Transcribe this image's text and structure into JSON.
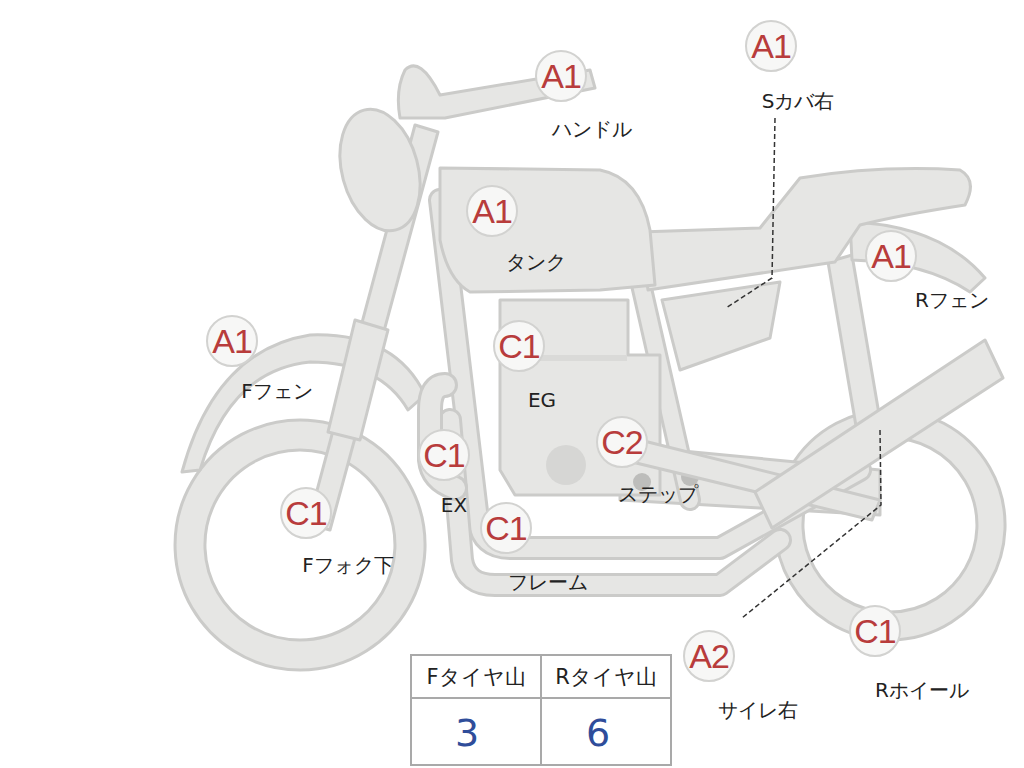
{
  "diagram": {
    "nodes": [
      {
        "text": [
          "A1",
          "Sカバ右"
        ]
      },
      {
        "text": [
          "A1",
          "ハンドル"
        ]
      },
      {
        "text": [
          "A1",
          "タンク"
        ]
      },
      {
        "text": [
          "A1",
          "Rフェン"
        ]
      },
      {
        "text": [
          "A1",
          "Fフェン"
        ]
      },
      {
        "text": [
          "C1",
          "EG"
        ]
      },
      {
        "text": [
          "C1",
          "EX"
        ]
      },
      {
        "text": [
          "C2",
          "ステップ"
        ]
      },
      {
        "text": [
          "C1",
          "Fフォク下"
        ]
      },
      {
        "text": [
          "C1",
          "フレーム"
        ]
      },
      {
        "text": [
          "A2",
          "サイレ右"
        ]
      },
      {
        "text": [
          "C1",
          "Rホイール"
        ]
      }
    ],
    "labels": [
      "Fタイヤ山",
      "Rタイヤ山",
      "3",
      "6"
    ]
  }
}
